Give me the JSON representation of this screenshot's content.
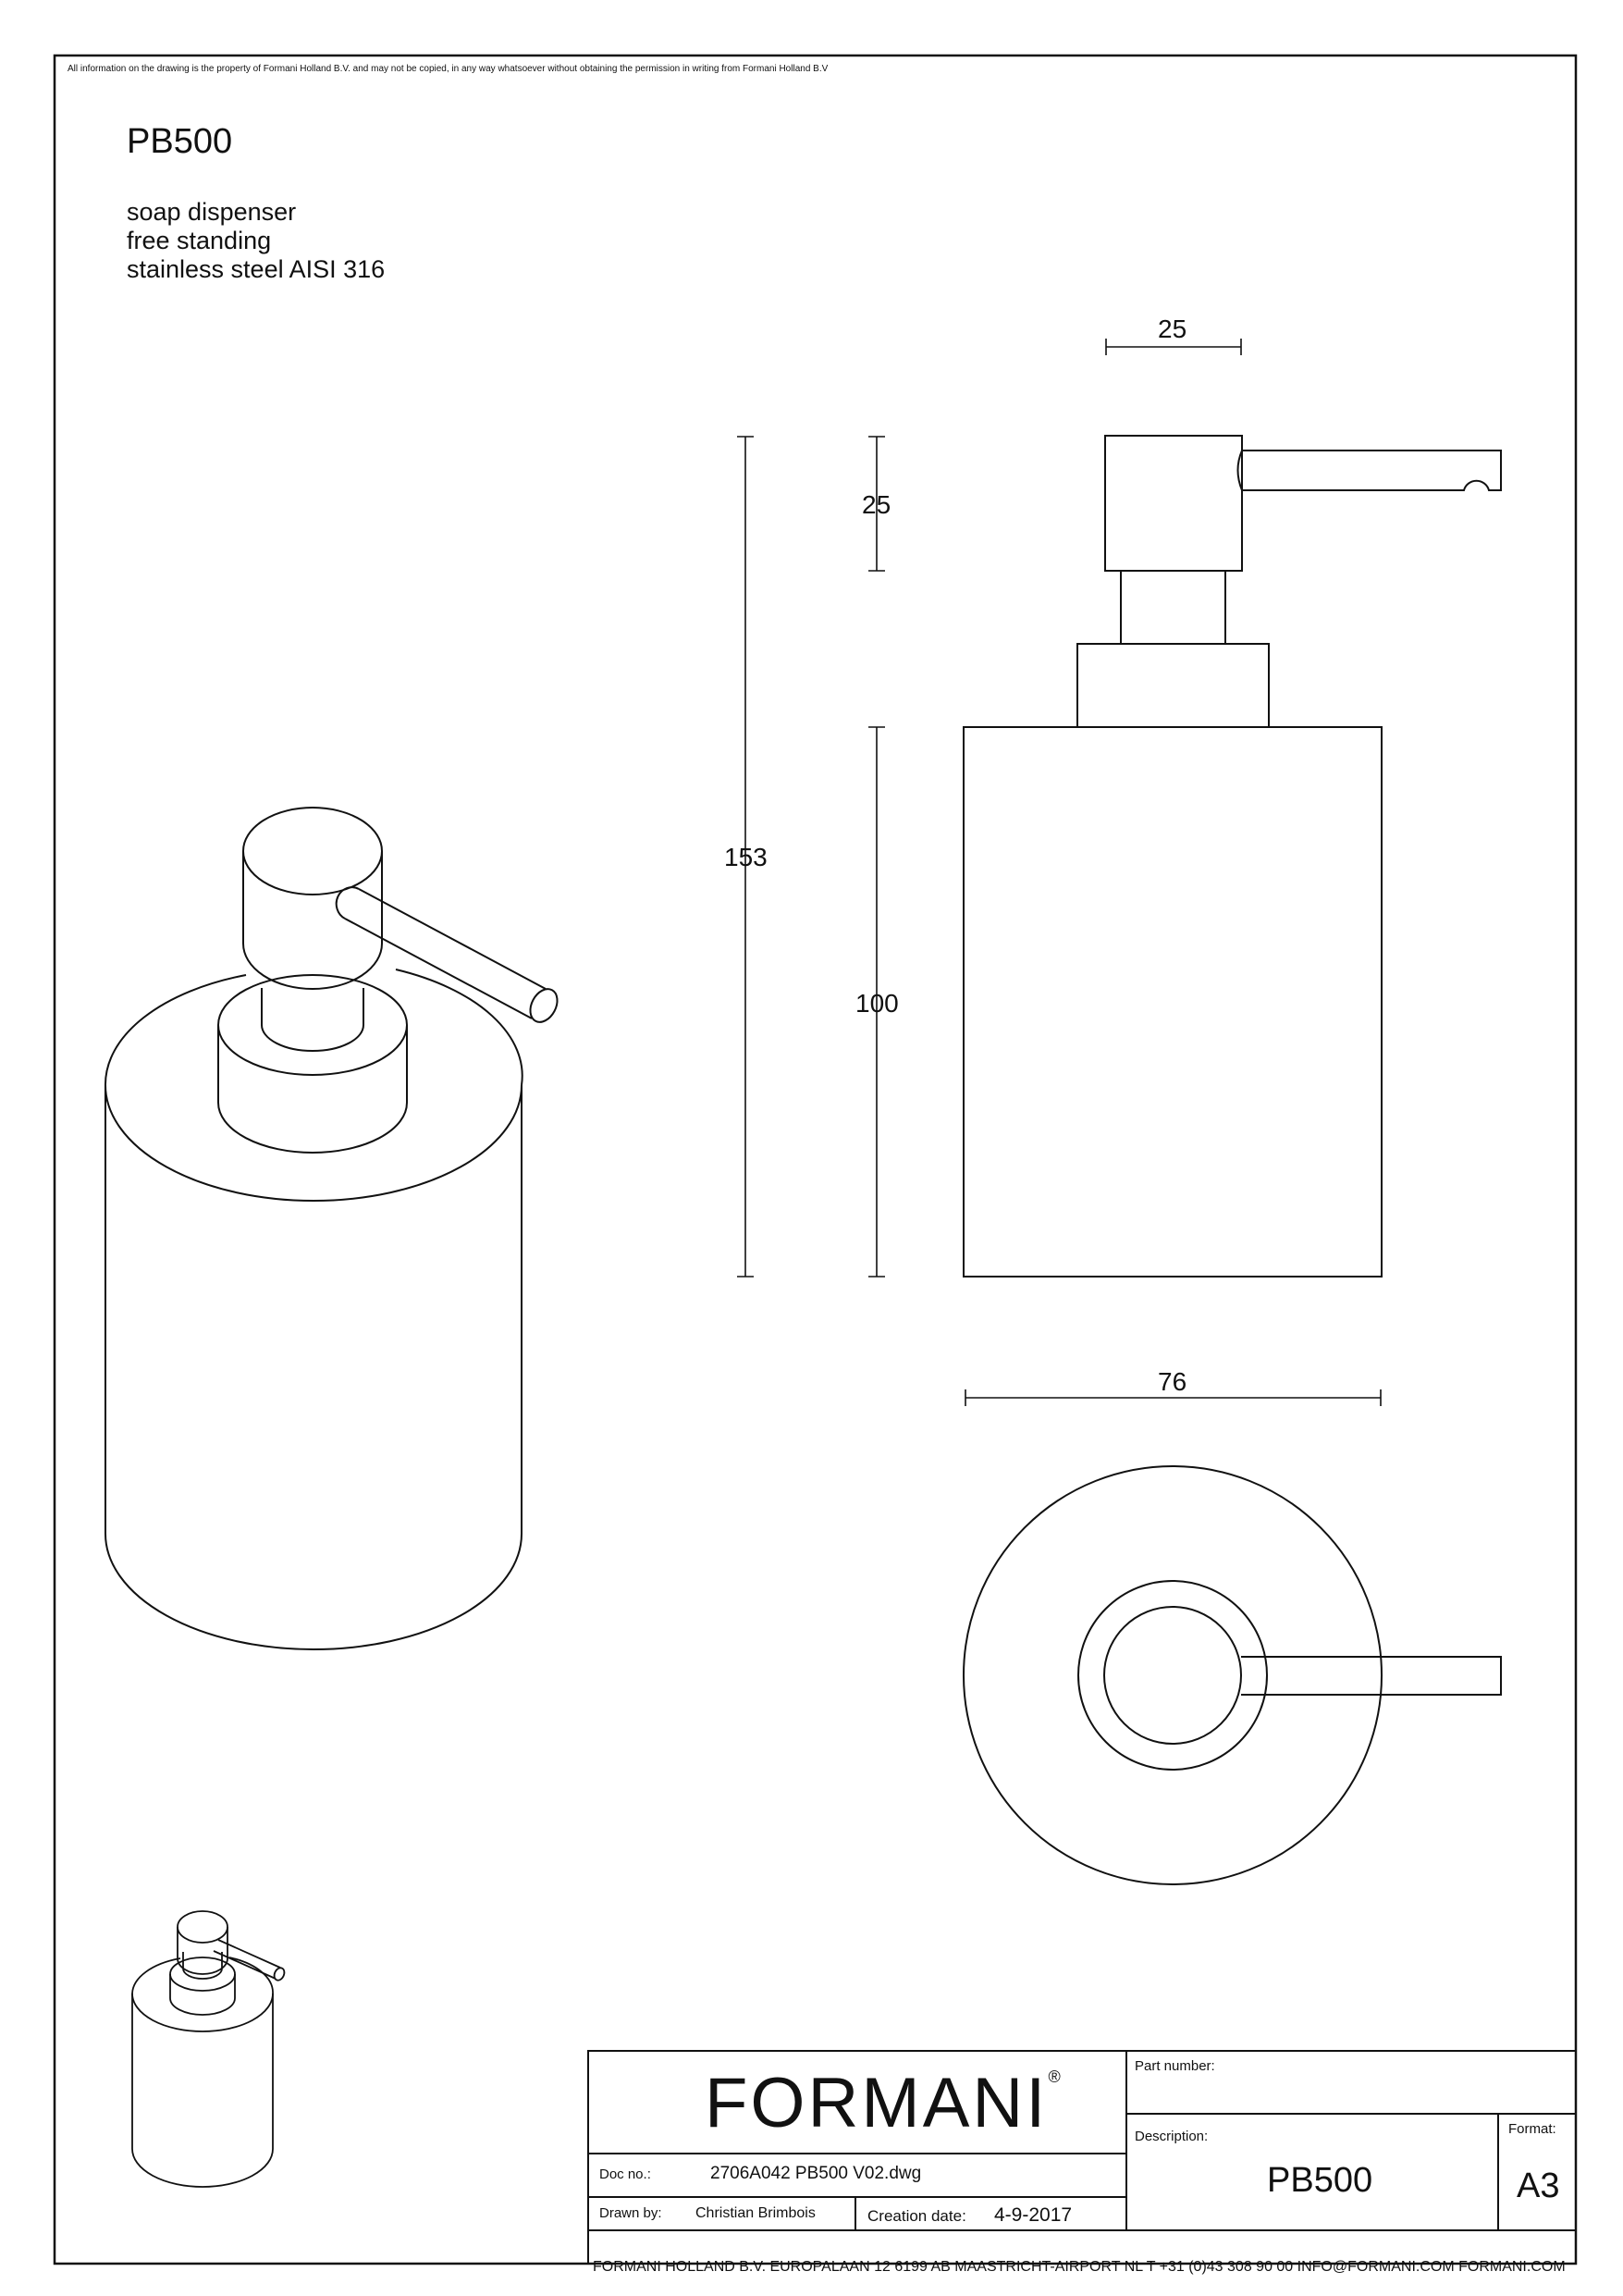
{
  "notice": "All information on the drawing is the property of Formani Holland B.V. and may not be copied, in any way whatsoever without obtaining the permission in writing from Formani Holland B.V",
  "product": {
    "code": "PB500",
    "description_lines": [
      "soap dispenser",
      "free standing",
      "stainless steel AISI 316"
    ]
  },
  "dimensions": {
    "pump_width": "25",
    "pump_height": "25",
    "total_height": "153",
    "body_height": "100",
    "diameter": "76"
  },
  "title_block": {
    "brand": "FORMANI",
    "brand_mark": "®",
    "part_number_label": "Part number:",
    "description_label": "Description:",
    "description_value": "PB500",
    "format_label": "Format:",
    "format_value": "A3",
    "doc_no_label": "Doc no.:",
    "doc_no_value": "2706A042 PB500 V02.dwg",
    "drawn_by_label": "Drawn by:",
    "drawn_by_value": "Christian Brimbois",
    "creation_date_label": "Creation date:",
    "creation_date_value": "4-9-2017",
    "footer": "FORMANI HOLLAND B.V.  EUROPALAAN 12  6199 AB MAASTRICHT-AIRPORT NL  T +31 (0)43 308 90 00 INFO@FORMANI.COM FORMANI.COM"
  },
  "colors": {
    "line": "#111111",
    "background": "#ffffff"
  }
}
